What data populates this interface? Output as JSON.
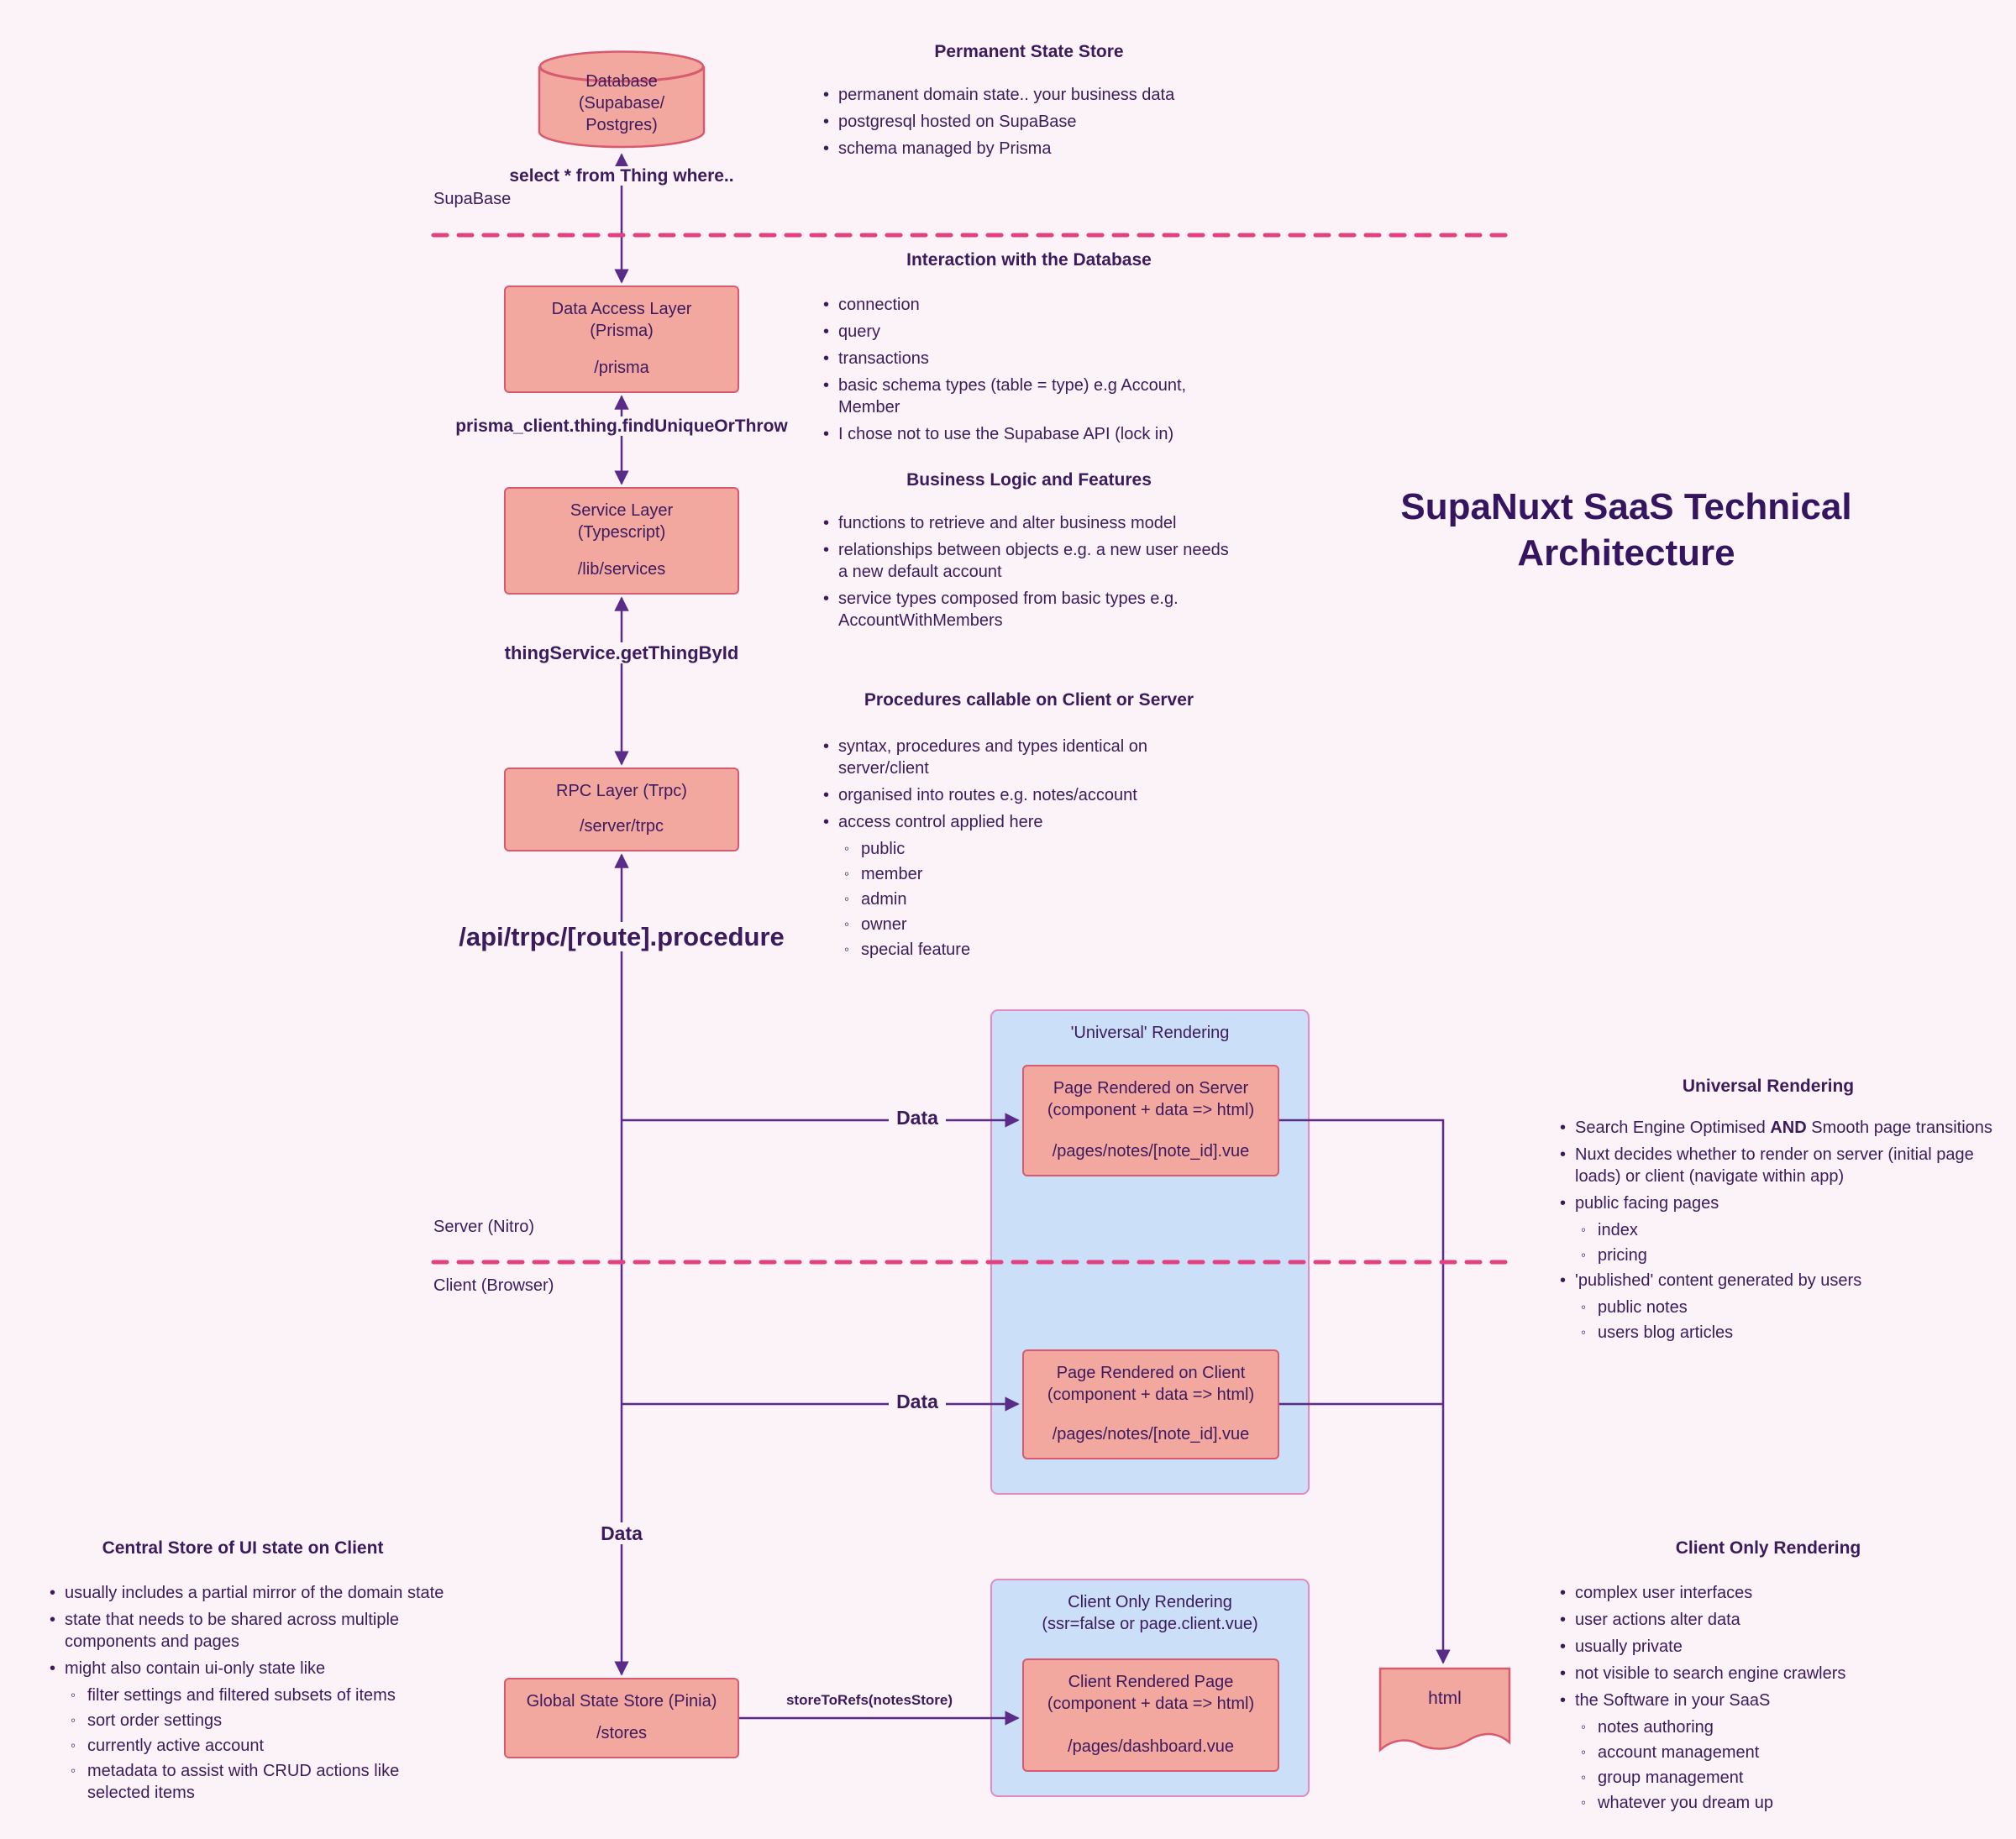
{
  "title": {
    "line1": "SupaNuxt SaaS Technical",
    "line2": "Architecture"
  },
  "zones": {
    "supabase": "SupaBase",
    "server": "Server (Nitro)",
    "client": "Client (Browser)"
  },
  "nodes": {
    "database": {
      "lines": [
        "Database",
        "(Supabase/",
        "Postgres)"
      ]
    },
    "dal": {
      "lines": [
        "Data Access Layer",
        "(Prisma)"
      ],
      "path": "/prisma"
    },
    "service": {
      "lines": [
        "Service Layer",
        "(Typescript)"
      ],
      "path": "/lib/services"
    },
    "rpc": {
      "lines": [
        "RPC Layer (Trpc)"
      ],
      "path": "/server/trpc"
    },
    "pinia": {
      "lines": [
        "Global State Store (Pinia)"
      ],
      "path": "/stores"
    },
    "server_page": {
      "lines": [
        "Page Rendered on Server",
        "(component + data => html)"
      ],
      "path": "/pages/notes/[note_id].vue"
    },
    "client_page": {
      "lines": [
        "Page Rendered on Client",
        "(component + data => html)"
      ],
      "path": "/pages/notes/[note_id].vue"
    },
    "client_rendered": {
      "lines": [
        "Client Rendered Page",
        "(component + data => html)"
      ],
      "path": "/pages/dashboard.vue"
    },
    "html_doc": {
      "label": "html"
    }
  },
  "groups": {
    "universal": {
      "title": "'Universal' Rendering"
    },
    "client_only": {
      "title1": "Client Only Rendering",
      "title2": "(ssr=false or page.client.vue)"
    }
  },
  "edges": {
    "select": "select * from Thing where..",
    "prisma": "prisma_client.thing.findUniqueOrThrow",
    "thing": "thingService.getThingById",
    "api": "/api/trpc/[route].procedure",
    "data1": "Data",
    "data2": "Data",
    "data3": "Data",
    "store_to_refs": "storeToRefs(notesStore)"
  },
  "annotations": {
    "permanent": {
      "heading": "Permanent State Store",
      "bullets": [
        "permanent domain state.. your business data",
        "postgresql hosted on SupaBase",
        "schema managed by Prisma"
      ]
    },
    "interaction": {
      "heading": "Interaction with the Database",
      "bullets": [
        "connection",
        "query",
        "transactions",
        "basic schema types (table = type) e.g Account, Member",
        "I chose not to use the Supabase API (lock in)"
      ]
    },
    "business": {
      "heading": "Business Logic and Features",
      "bullets": [
        "functions to retrieve and alter business model",
        "relationships between objects e.g. a new user needs a new default account",
        "service types composed from basic types e.g. AccountWithMembers"
      ]
    },
    "procedures": {
      "heading": "Procedures callable on Client or Server",
      "b1": "syntax, procedures and types identical on server/client",
      "b2": "organised into routes e.g. notes/account",
      "b3": "access control applied here",
      "b3_subs": [
        "public",
        "member",
        "admin",
        "owner",
        "special feature"
      ]
    },
    "universal_right": {
      "heading": "Universal Rendering",
      "b1_pre": "Search Engine Optimised ",
      "b1_bold": "AND",
      "b1_post": " Smooth page transitions",
      "b2": "Nuxt decides whether to render on server (initial page loads) or client (navigate within app)",
      "b3": "public facing pages",
      "b3_subs": [
        "index",
        "pricing"
      ],
      "b4": "'published' content generated by users",
      "b4_subs": [
        "public notes",
        "users blog articles"
      ]
    },
    "central_store": {
      "heading": "Central Store of UI state on Client",
      "b1": "usually includes a partial mirror of the domain state",
      "b2": "state that needs to be shared across multiple components and pages",
      "b3": "might also contain ui-only state like",
      "b3_subs": [
        "filter settings and filtered subsets of items",
        "sort order settings",
        "currently active account",
        "metadata to assist with CRUD actions like selected items"
      ]
    },
    "client_only_right": {
      "heading": "Client Only Rendering",
      "b1": "complex user interfaces",
      "b2": "user actions alter data",
      "b3": "usually private",
      "b4": "not visible to search engine crawlers",
      "b5": "the Software in your SaaS",
      "b5_subs": [
        "notes authoring",
        "account management",
        "group management",
        "whatever you dream up"
      ]
    }
  }
}
